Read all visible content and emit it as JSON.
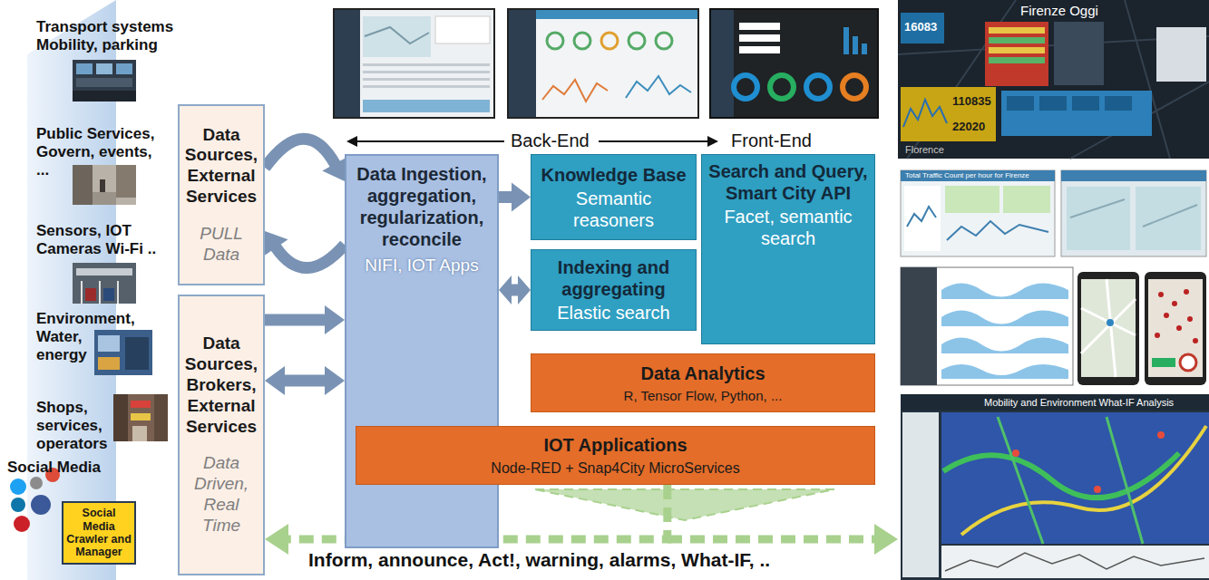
{
  "diagram": {
    "nodes": [
      {
        "text": [
          "Data Sources, External Services",
          "PULL Data"
        ]
      },
      {
        "text": [
          "Data Sources, Brokers, External Services",
          "Data Driven, Real Time"
        ]
      },
      {
        "text": [
          "Data Ingestion, aggregation, regularization, reconcile",
          "NIFI, IOT Apps"
        ]
      },
      {
        "text": [
          "Knowledge Base",
          "Semantic reasoners"
        ]
      },
      {
        "text": [
          "Indexing and aggregating",
          "Elastic search"
        ]
      },
      {
        "text": [
          "Search and Query, Smart City API",
          "Facet, semantic search"
        ]
      },
      {
        "text": [
          "Data Analytics",
          "R, Tensor Flow, Python, ..."
        ]
      },
      {
        "text": [
          "IOT Applications",
          "Node-RED + Snap4City MicroServices"
        ]
      },
      {
        "text": [
          "Social Media Crawler and Manager"
        ]
      }
    ],
    "edges": [
      {
        "from": 0,
        "to": 2,
        "arrow": "to"
      },
      {
        "from": 2,
        "to": 0,
        "arrow": "to"
      },
      {
        "from": 1,
        "to": 2,
        "arrow": "to"
      },
      {
        "from": 1,
        "to": 2,
        "arrow": "both"
      },
      {
        "from": 2,
        "to": 3,
        "arrow": "to"
      },
      {
        "from": 2,
        "to": 4,
        "arrow": "both"
      },
      {
        "from": 7,
        "to": 1,
        "arrow": "to"
      }
    ],
    "labels": [
      "Transport systems Mobility, parking",
      "Public Services, Govern, events, ...",
      "Sensors, IOT Cameras Wi-Fi ..",
      "Environment, Water, energy",
      "Shops, services, operators",
      "Social Media",
      "Back-End",
      "Front-End",
      "Firenze Oggi",
      "16083",
      "110835",
      "22020",
      "Florence",
      "Total Traffic Count per hour for Firenze",
      "Mobility and Environment What-IF Analysis",
      "Inform, announce, Act!, warning, alarms, What-IF, .."
    ]
  }
}
